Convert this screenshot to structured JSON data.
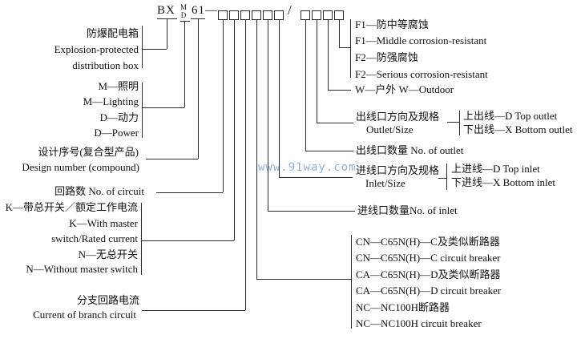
{
  "model_code": {
    "series": "BX",
    "type_top": "M",
    "type_bottom": "D",
    "design_no": "61",
    "separator": "—",
    "slash": "/",
    "spec_box_count": 6,
    "suffix_box_count": 4
  },
  "watermark": "www.91way.com",
  "colors": {
    "line": "#2b2b2b",
    "text": "#111111",
    "watermark": "#8fb2d6",
    "background": "#ffffff"
  },
  "labels": {
    "left": [
      "防爆配电箱",
      "Explosion-protected",
      "distribution box",
      "M—照明",
      "M—Lighting",
      "D—动力",
      "D—Power",
      "设计序号(复合型产品)",
      "Design number (compound)",
      "回路数 No. of circuit",
      "K—带总开关／额定工作电流",
      "K—With master",
      "switch/Rated current",
      "N—无总开关",
      "N—Without master switch",
      "分支回路电流",
      "Current of branch circuit"
    ],
    "right": [
      "F1—防中等腐蚀",
      "F1—Middle corrosion-resistant",
      "F2—防强腐蚀",
      "F2—Serious corrosion-resistant",
      "W—户外 W—Outdoor",
      "出线口方向及规格",
      "Outlet/Size",
      "上出线—D Top outlet",
      "下出线—X Bottom outlet",
      "出线口数量 No. of outlet",
      "进线口方向及规格",
      "Inlet/Size",
      "上进线—D Top inlet",
      "下进线—X Bottom inlet",
      "进线口数量No. of inlet",
      "CN—C65N(H)—C及类似断路器",
      "CN—C65N(H)—C circuit breaker",
      "CA—C65N(H)—D及类似断路器",
      "CA—C65N(H)—D circuit breaker",
      "NC—NC100H断路器",
      "NC—NC100H circuit breaker"
    ]
  }
}
